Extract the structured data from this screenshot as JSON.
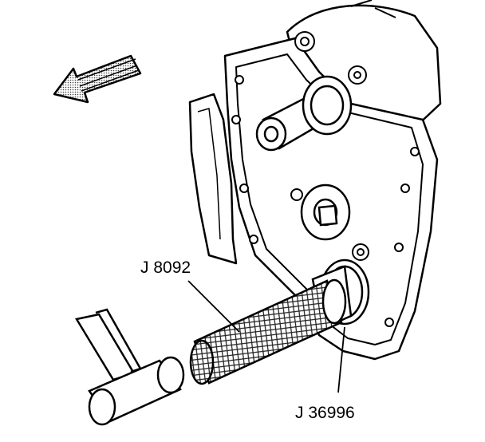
{
  "figure": {
    "callouts": [
      {
        "id": "tool-a",
        "text": "J 8092"
      },
      {
        "id": "tool-b",
        "text": "J 36996"
      }
    ],
    "colors": {
      "ink": "#000000",
      "paper": "#ffffff",
      "hatch": "#555555"
    },
    "icons": [
      "direction-arrow-icon"
    ]
  }
}
